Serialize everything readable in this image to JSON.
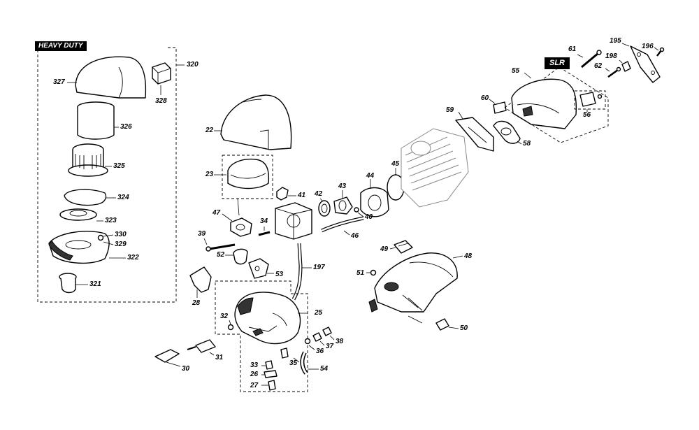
{
  "tags": {
    "heavy_duty": "HEAVY DUTY",
    "slr": "SLR"
  },
  "labels": {
    "p320": "320",
    "p327": "327",
    "p328": "328",
    "p326": "326",
    "p325": "325",
    "p324": "324",
    "p323": "323",
    "p330": "330",
    "p329": "329",
    "p322": "322",
    "p321": "321",
    "p22": "22",
    "p23": "23",
    "p41": "41",
    "p47": "47",
    "p34": "34",
    "p39": "39",
    "p52": "52",
    "p53": "53",
    "p197": "197",
    "p28": "28",
    "p25": "25",
    "p32": "32",
    "p38": "38",
    "p37": "37",
    "p36": "36",
    "p31": "31",
    "p30": "30",
    "p33": "33",
    "p35": "35",
    "p54": "54",
    "p26": "26",
    "p27": "27",
    "p42": "42",
    "p43": "43",
    "p44": "44",
    "p45": "45",
    "p40": "40",
    "p46": "46",
    "p59": "59",
    "p60": "60",
    "p58": "58",
    "p55": "55",
    "p61": "61",
    "p62": "62",
    "p198": "198",
    "p195": "195",
    "p196": "196",
    "p56": "56",
    "p49": "49",
    "p51": "51",
    "p48": "48",
    "p50": "50"
  },
  "colors": {
    "line": "#000000",
    "background": "#ffffff",
    "tag_background": "#000000",
    "tag_text": "#ffffff",
    "ghost_line": "#888888"
  }
}
